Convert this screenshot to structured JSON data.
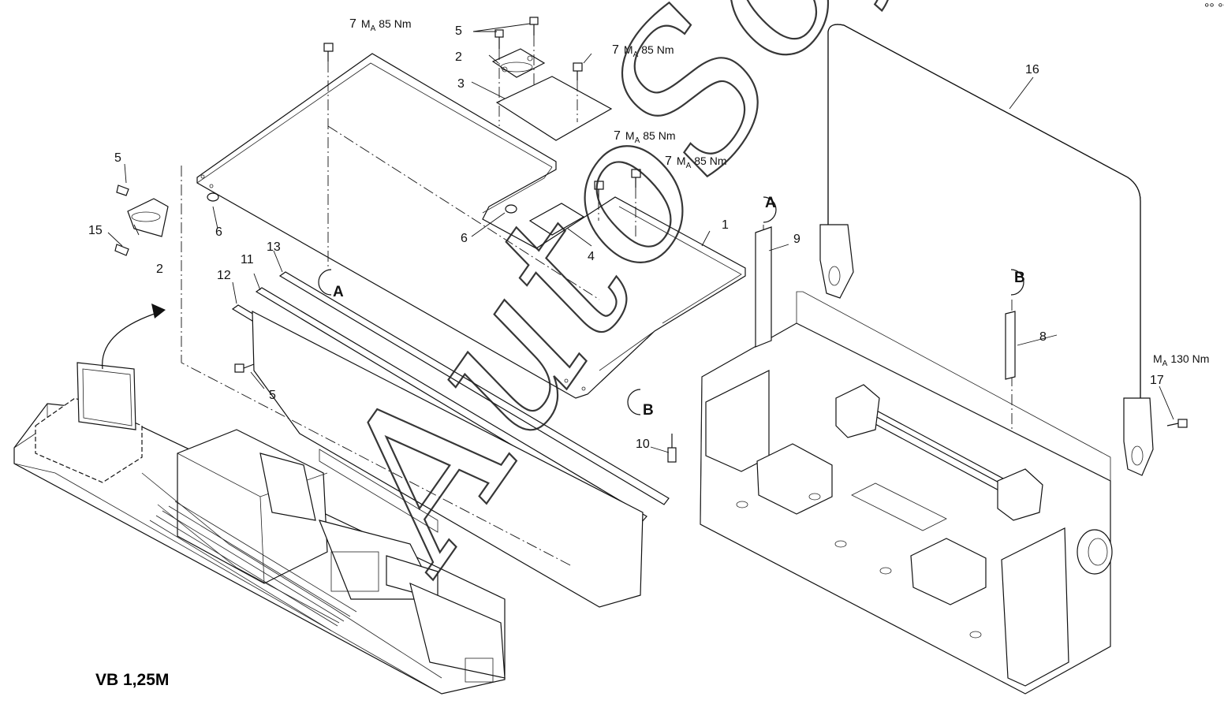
{
  "model_label": "VB 1,25M",
  "watermark": "AutoSoft",
  "corner_mark": "°° °°°",
  "part_numbers": {
    "p1": "1",
    "p2a": "2",
    "p2b": "2",
    "p3": "3",
    "p4": "4",
    "p5a": "5",
    "p5b": "5",
    "p5c": "5",
    "p6a": "6",
    "p6b": "6",
    "p8": "8",
    "p9": "9",
    "p10": "10",
    "p11": "11",
    "p12": "12",
    "p13": "13",
    "p15": "15",
    "p16": "16",
    "p17": "17"
  },
  "torque_labels": {
    "t1": {
      "num": "7",
      "sym": "M",
      "sub": "A",
      "val": "85 Nm"
    },
    "t2": {
      "num": "7",
      "sym": "M",
      "sub": "A",
      "val": "85 Nm"
    },
    "t3": {
      "num": "7",
      "sym": "M",
      "sub": "A",
      "val": "85 Nm"
    },
    "t4": {
      "num": "7",
      "sym": "M",
      "sub": "A",
      "val": "85 Nm"
    },
    "t5": {
      "num": "",
      "sym": "M",
      "sub": "A",
      "val": "130 Nm"
    }
  },
  "reference_marks": {
    "a_top": "A",
    "a_bottom": "A",
    "b_top": "B",
    "b_bottom": "B"
  }
}
